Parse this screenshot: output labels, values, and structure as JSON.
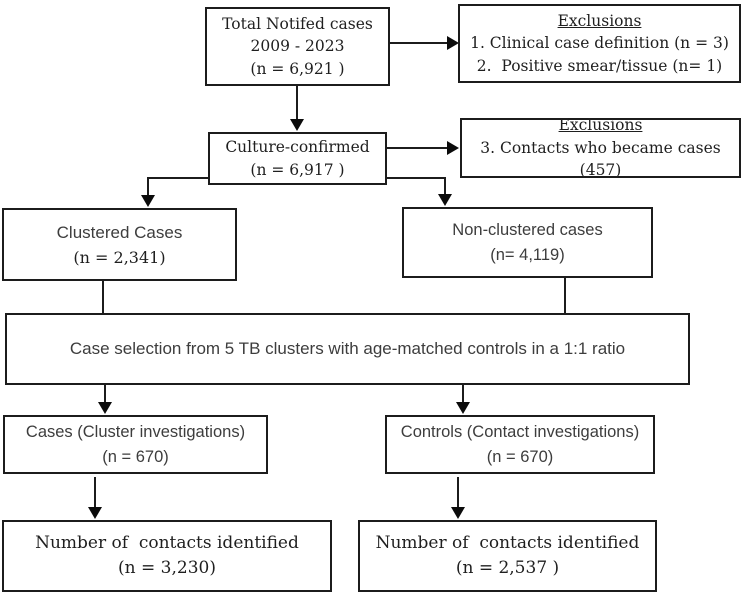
{
  "boxes": {
    "total_notified": {
      "line1": "Total Notifed cases",
      "line2": "2009 - 2023",
      "line3": "(n = 6,921 )"
    },
    "exclusions_top": {
      "title": "Exclusions",
      "items": [
        "1. Clinical case definition (n = 3)",
        "2.  Positive smear/tissue (n= 1)"
      ]
    },
    "culture_confirmed": {
      "line1": "Culture-confirmed",
      "line2": "(n = 6,917 )"
    },
    "exclusions_mid": {
      "title": "Exclusions",
      "items": [
        "3. Contacts who became cases (457)"
      ]
    },
    "clustered": {
      "line1": "Clustered Cases",
      "line2": "(n = 2,341)"
    },
    "nonclustered": {
      "line1": "Non-clustered cases",
      "line2": "(n= 4,119)"
    },
    "selection": {
      "line1": "Case selection from 5 TB clusters with age-matched controls in a 1:1 ratio"
    },
    "cases": {
      "line1": "Cases (Cluster investigations)",
      "line2": "(n = 670)"
    },
    "controls": {
      "line1": "Controls (Contact investigations)",
      "line2": "(n = 670)"
    },
    "contacts_cases": {
      "line1": "Number of  contacts identified",
      "line2": "(n = 3,230)"
    },
    "contacts_controls": {
      "line1": "Number of  contacts identified",
      "line2": "(n = 2,537 )"
    }
  },
  "colors": {
    "border": "#1c1c1c",
    "serif_text": "#1f1f1f",
    "sans_text": "#3d3d3d",
    "background": "#ffffff"
  }
}
